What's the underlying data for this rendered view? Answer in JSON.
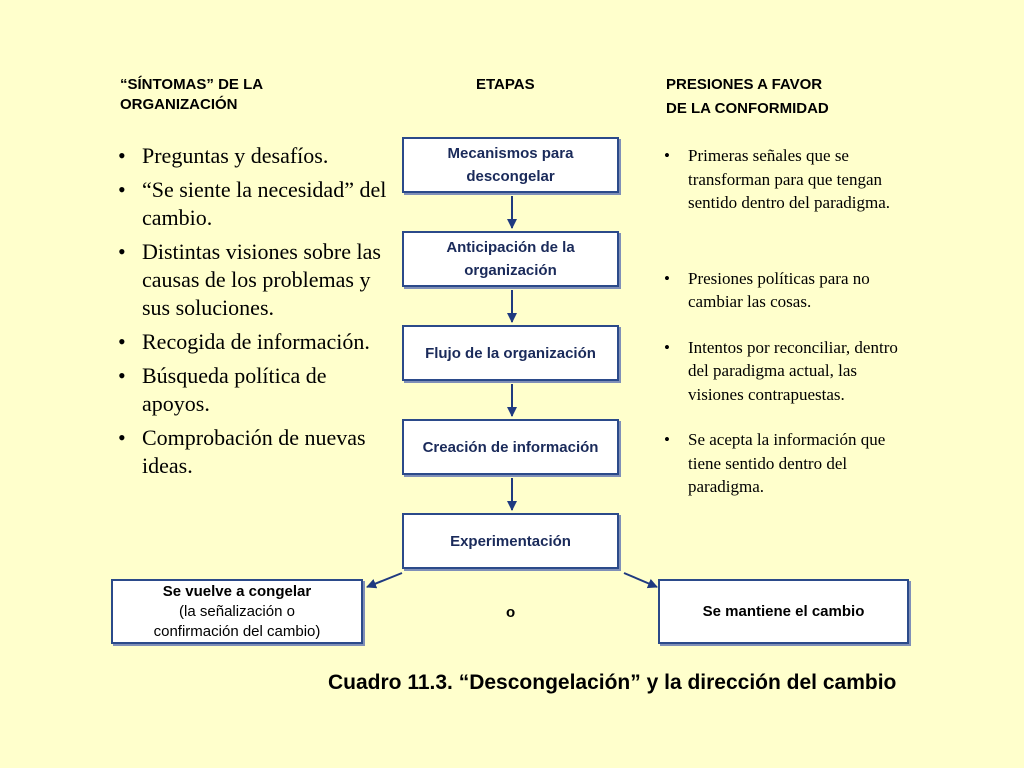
{
  "headings": {
    "symptoms": [
      "“SÍNTOMAS” DE LA",
      "ORGANIZACIÓN"
    ],
    "stages": "ETAPAS",
    "pressures": [
      "PRESIONES A FAVOR",
      "DE LA CONFORMIDAD"
    ]
  },
  "symptoms": [
    "Preguntas y desafíos.",
    "“Se siente la necesidad” del cambio.",
    "Distintas visiones sobre las causas de los problemas y sus soluciones.",
    "Recogida de información.",
    "Búsqueda política de apoyos.",
    "Comprobación de nuevas ideas."
  ],
  "stages": [
    "Mecanismos para descongelar",
    "Anticipación de la organización",
    "Flujo de la organización",
    "Creación de información",
    "Experimentación"
  ],
  "pressures": [
    "Primeras señales que se transforman para que tengan sentido dentro del paradigma.",
    "Presiones políticas para no cambiar las cosas.",
    "Intentos por reconciliar, dentro del paradigma actual, las visiones contrapuestas.",
    "Se acepta la información que tiene sentido dentro del paradigma."
  ],
  "outcomes": {
    "left_title": "Se vuelve a congelar",
    "left_sub": [
      "(la señalización o",
      "confirmación del cambio)"
    ],
    "separator": "o",
    "right": "Se mantiene el cambio"
  },
  "caption": "Cuadro 11.3. “Descongelación” y la dirección del cambio",
  "colors": {
    "background": "#ffffcc",
    "box_border": "#2b4a8a",
    "arrow": "#1f3a80"
  }
}
